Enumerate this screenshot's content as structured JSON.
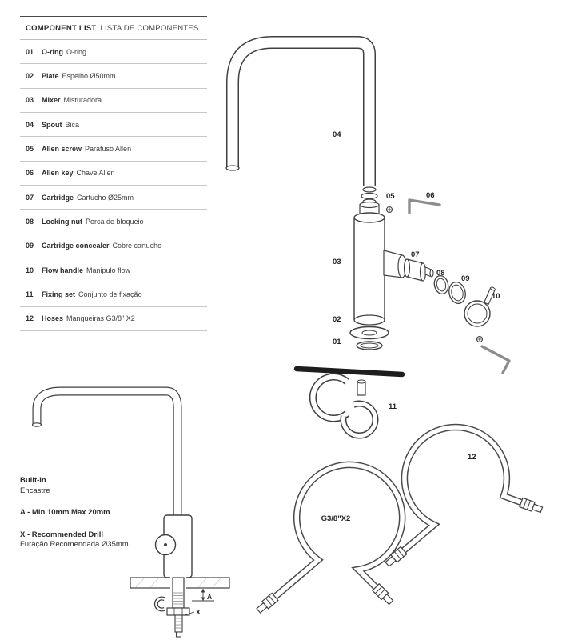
{
  "component_list": {
    "title": "COMPONENT LIST",
    "subtitle": "LISTA DE COMPONENTES",
    "items": [
      {
        "num": "01",
        "name": "O-ring",
        "translation": "O-ring"
      },
      {
        "num": "02",
        "name": "Plate",
        "translation": "Espelho Ø50mm"
      },
      {
        "num": "03",
        "name": "Mixer",
        "translation": "Misturadora"
      },
      {
        "num": "04",
        "name": "Spout",
        "translation": "Bica"
      },
      {
        "num": "05",
        "name": "Allen screw",
        "translation": "Parafuso Allen"
      },
      {
        "num": "06",
        "name": "Allen key",
        "translation": "Chave Allen"
      },
      {
        "num": "07",
        "name": "Cartridge",
        "translation": "Cartucho Ø25mm"
      },
      {
        "num": "08",
        "name": "Locking nut",
        "translation": "Porca de bloqueio"
      },
      {
        "num": "09",
        "name": "Cartridge concealer",
        "translation": "Cobre cartucho"
      },
      {
        "num": "10",
        "name": "Flow handle",
        "translation": "Manipulo flow"
      },
      {
        "num": "11",
        "name": "Fixing set",
        "translation": "Conjunto de fixação"
      },
      {
        "num": "12",
        "name": "Hoses",
        "translation": "Mangueiras G3/8\" X2"
      }
    ]
  },
  "installation": {
    "title": "Built-In",
    "subtitle": "Encastre",
    "note_a": "A - Min 10mm Max 20mm",
    "note_x_line1": "X - Recommended Drill",
    "note_x_line2": "Furação Recomendada Ø35mm",
    "dim_a_label": "A",
    "dim_x_label": "X"
  },
  "exploded_view": {
    "labels": {
      "l01": "01",
      "l02": "02",
      "l03": "03",
      "l04": "04",
      "l05": "05",
      "l06": "06",
      "l07": "07",
      "l08": "08",
      "l09": "09",
      "l10": "10",
      "l11": "11",
      "l12": "12",
      "hose_size": "G3/8\"X2"
    }
  }
}
